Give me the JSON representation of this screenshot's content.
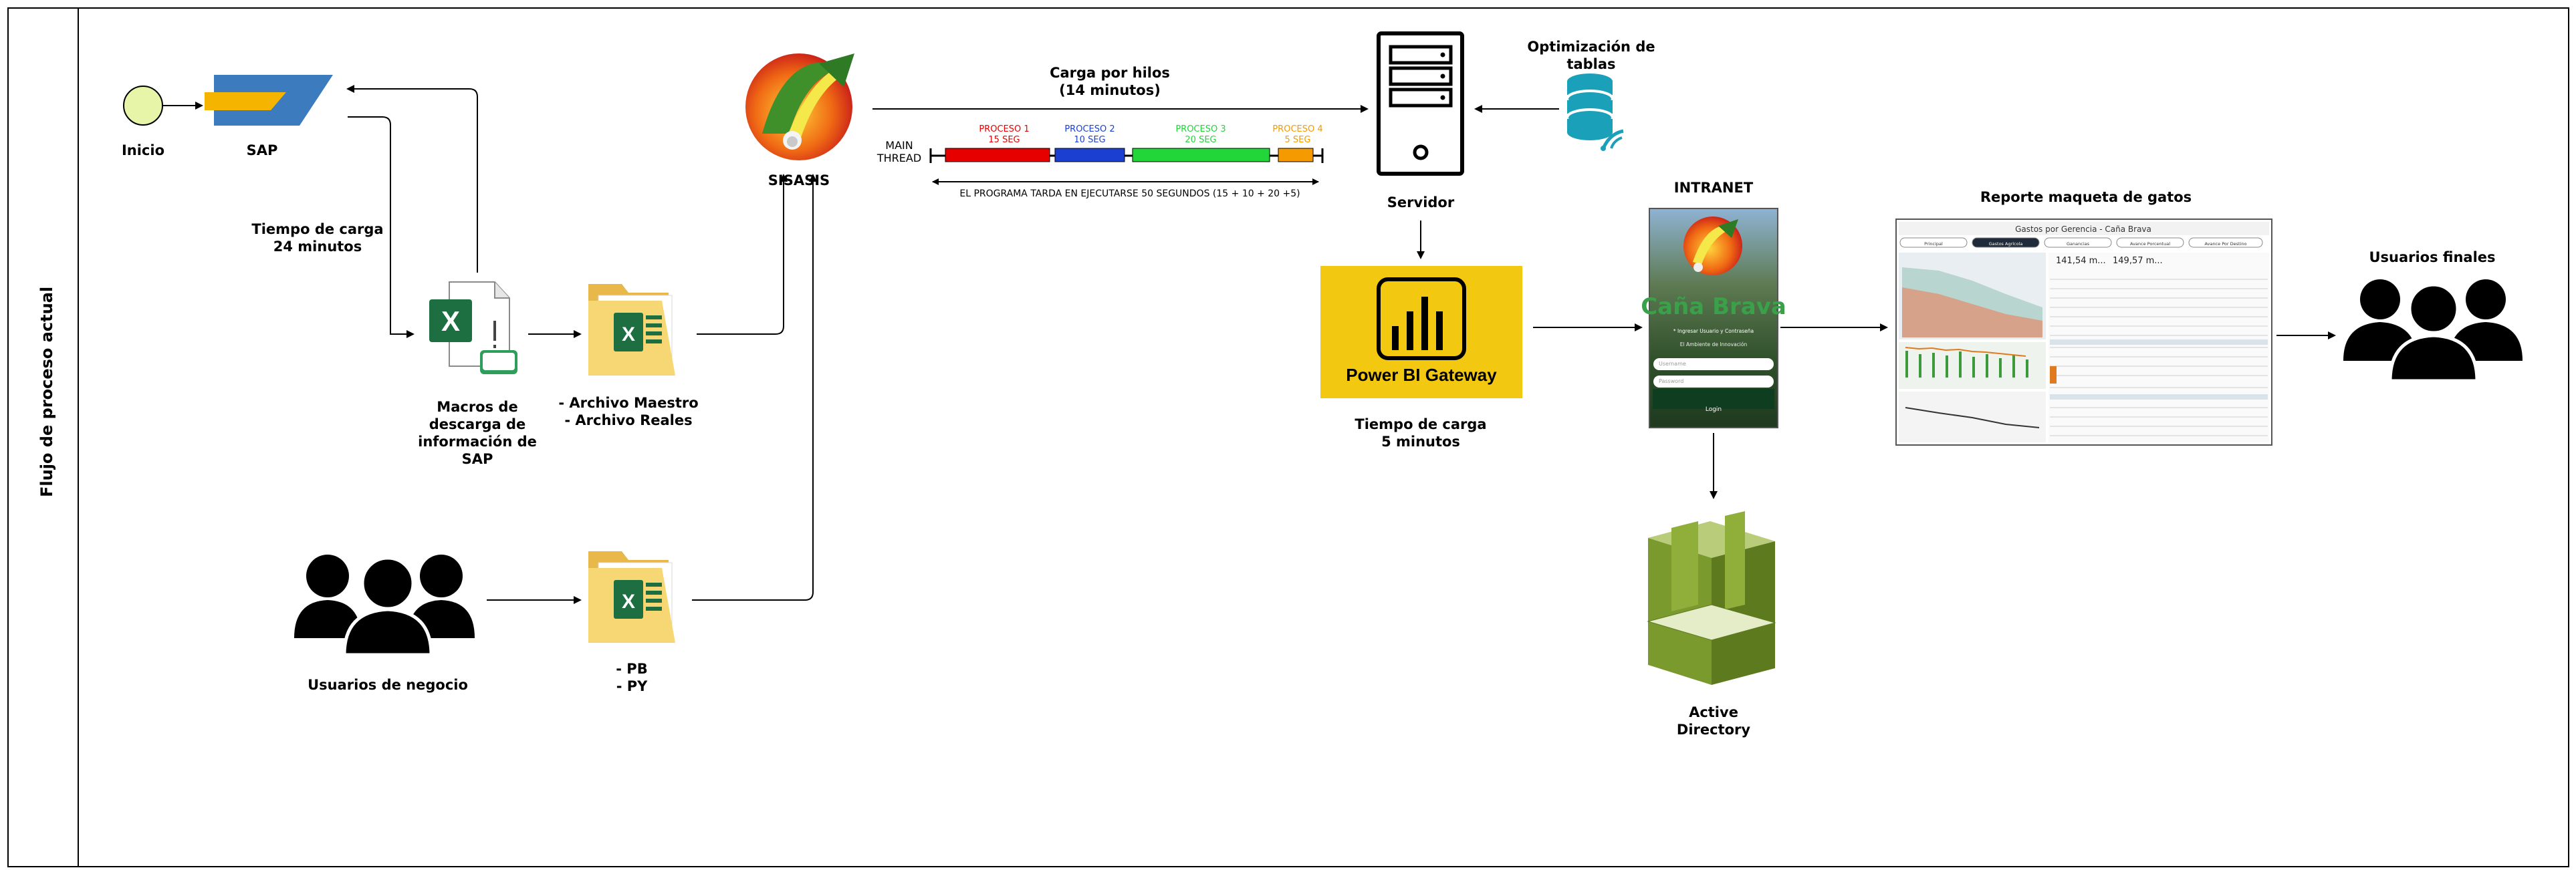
{
  "lane": {
    "title": "Flujo de proceso actual"
  },
  "nodes": {
    "inicio": "Inicio",
    "sap": "SAP",
    "load_time_sap": "Tiempo de carga\n24 minutos",
    "macros": "Macros de\ndescarga de\ninformación de\nSAP",
    "files_master": "- Archivo Maestro\n- Archivo Reales",
    "sisasis": "SISASIS",
    "business_users": "Usuarios de negocio",
    "files_pb": "- PB\n- PY",
    "thread_load": "Carga por hilos\n(14 minutos)",
    "server": "Servidor",
    "table_opt": "Optimización de\ntablas",
    "gateway": "Power BI Gateway",
    "load_time_gateway": "Tiempo de carga\n5 minutos",
    "intranet": "INTRANET",
    "active_directory": "Active\nDirectory",
    "report": "Reporte maqueta de gatos",
    "final_users": "Usuarios finales"
  },
  "threads": {
    "main_label": "MAIN\nTHREAD",
    "summary": "EL PROGRAMA TARDA EN EJECUTARSE 50 SEGUNDOS (15 + 10 + 20 +5)",
    "items": [
      {
        "name": "PROCESO 1",
        "time": "15 SEG",
        "color": "#e60000"
      },
      {
        "name": "PROCESO 2",
        "time": "10 SEG",
        "color": "#1a3fd1"
      },
      {
        "name": "PROCESO 3",
        "time": "20 SEG",
        "color": "#22d63a"
      },
      {
        "name": "PROCESO 4",
        "time": "5 SEG",
        "color": "#f59a00"
      }
    ]
  },
  "intranet_screen": {
    "brand": "Caña Brava",
    "subtitle": "* Ingresar Usuario y Contraseña",
    "tagline": "El Ambiente de Innovación",
    "user_placeholder": "Username",
    "pass_placeholder": "Password",
    "login": "Login"
  },
  "report_screen": {
    "title": "Gastos por Gerencia - Caña Brava",
    "tabs": [
      "Principal",
      "Gastos Agrícola",
      "Ganancias",
      "Avance Porcentual",
      "Avance Por Destino"
    ],
    "kpi1": "141,54 m...",
    "kpi2": "149,57 m..."
  },
  "colors": {
    "excel_green": "#1d6f42",
    "folder": "#f7d774",
    "gateway_bg": "#f2c811",
    "db": "#1aa0b8",
    "aws": "#7a9a2e",
    "sap_blue": "#3d7bbf",
    "sap_yellow": "#f4b400"
  }
}
